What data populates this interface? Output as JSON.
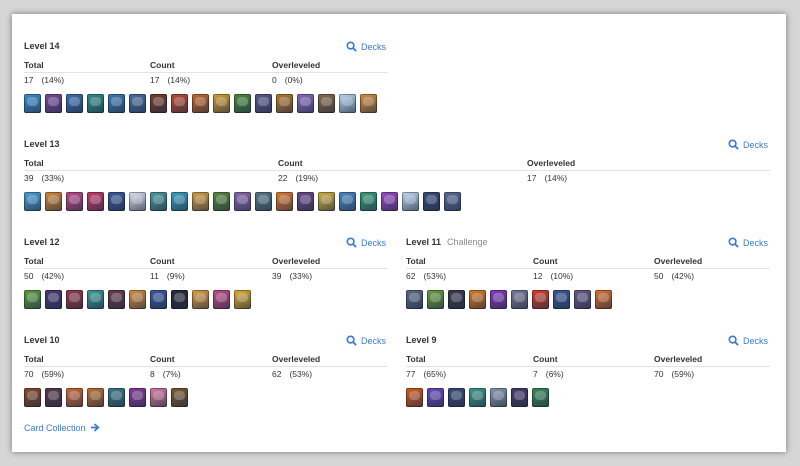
{
  "labels": {
    "total": "Total",
    "count": "Count",
    "overleveled": "Overleveled",
    "decks": "Decks"
  },
  "sections": [
    {
      "id": "level14",
      "title": "Level 14",
      "total": "17",
      "total_pct": "(14%)",
      "count": "17",
      "count_pct": "(14%)",
      "over": "0",
      "over_pct": "(0%)",
      "cards": [
        "#3b8fd0",
        "#7a4a9b",
        "#3b6fb3",
        "#2e8f8a",
        "#3d7ab8",
        "#4a6fa0",
        "#7a3d2a",
        "#c04a30",
        "#c86a2a",
        "#d8a030",
        "#4a8a3a",
        "#5a5a8a",
        "#b87a30",
        "#8a6ac0",
        "#8a6a4a",
        "#b8d8f0",
        "#d89040"
      ]
    },
    {
      "id": "level13",
      "title": "Level 13",
      "total": "39",
      "total_pct": "(33%)",
      "count": "22",
      "count_pct": "(19%)",
      "over": "17",
      "over_pct": "(14%)",
      "cards": [
        "#4aa0d8",
        "#d88a3a",
        "#c04a8a",
        "#c83a6a",
        "#3a5a9a",
        "#e0e0f0",
        "#4a9aa0",
        "#3aa0c0",
        "#d8a040",
        "#5a8a3a",
        "#8a6ab0",
        "#5a7a8a",
        "#e07a30",
        "#6a4a8a",
        "#d0b040",
        "#4a8ac8",
        "#3aa07a",
        "#9a4ac8",
        "#c0d8f0",
        "#3a4a7a",
        "#5a6a9a"
      ]
    },
    {
      "id": "level12",
      "title": "Level 12",
      "total": "50",
      "total_pct": "(42%)",
      "count": "11",
      "count_pct": "(9%)",
      "over": "39",
      "over_pct": "(33%)",
      "cards": [
        "#5aa040",
        "#4a3a7a",
        "#9a3a4a",
        "#3a9a9a",
        "#6a3a4a",
        "#d89040",
        "#3a5aa0",
        "#2a2a3a",
        "#e0a040",
        "#c84a8a",
        "#e0b030"
      ]
    },
    {
      "id": "level11",
      "title": "Level 11",
      "subtitle": "Challenge",
      "total": "62",
      "total_pct": "(53%)",
      "count": "12",
      "count_pct": "(10%)",
      "over": "50",
      "over_pct": "(42%)",
      "cards": [
        "#5a6a8a",
        "#6aa040",
        "#3a3a4a",
        "#e07a20",
        "#8a3ac0",
        "#7a7a9a",
        "#d8402a",
        "#3a5a9a",
        "#6a5a8a",
        "#e07030"
      ]
    },
    {
      "id": "level10",
      "title": "Level 10",
      "total": "70",
      "total_pct": "(59%)",
      "count": "8",
      "count_pct": "(7%)",
      "over": "62",
      "over_pct": "(53%)",
      "cards": [
        "#8a4a2a",
        "#5a3a4a",
        "#d06a3a",
        "#c07030",
        "#3a7a8a",
        "#8a3aa0",
        "#d87aa0",
        "#7a5a30"
      ]
    },
    {
      "id": "level9",
      "title": "Level 9",
      "total": "77",
      "total_pct": "(65%)",
      "count": "7",
      "count_pct": "(6%)",
      "over": "70",
      "over_pct": "(59%)",
      "cards": [
        "#d85a20",
        "#6a4ac0",
        "#3a4a7a",
        "#3a9a8a",
        "#8a9ab0",
        "#4a3a6a",
        "#3a8a5a"
      ]
    }
  ],
  "footer": {
    "collection": "Card Collection"
  },
  "colors": {
    "accent": "#3a7bd5",
    "text": "#222222",
    "rule": "#e2e2e2"
  }
}
